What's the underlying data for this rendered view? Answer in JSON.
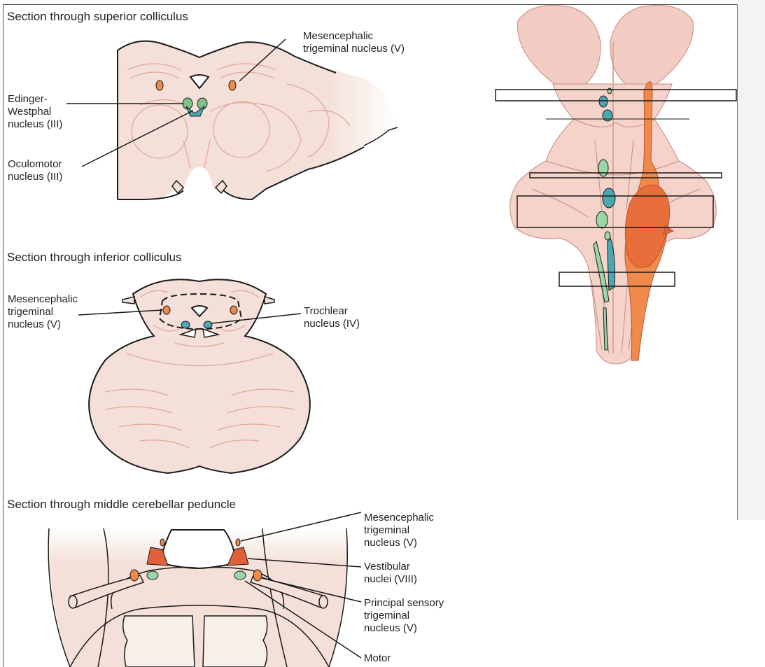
{
  "sections": {
    "superior": {
      "title": "Section through superior colliculus",
      "labels": {
        "mesencephalic": "Mesencephalic\ntrigeminal nucleus (V)",
        "edinger": "Edinger-\nWestphal\nnucleus (III)",
        "oculomotor": "Oculomotor\nnucleus (III)"
      }
    },
    "inferior": {
      "title": "Section through inferior colliculus",
      "labels": {
        "mesencephalic": "Mesencephalic\ntrigeminal\nnucleus (V)",
        "trochlear": "Trochlear\nnucleus (IV)"
      }
    },
    "middle": {
      "title": "Section through middle cerebellar peduncle",
      "labels": {
        "mesencephalic": "Mesencephalic\ntrigeminal\nnucleus (V)",
        "vestibular": "Vestibular\nnuclei (VIII)",
        "principal": "Principal sensory\ntrigeminal\nnucleus (V)",
        "motor": "Motor"
      }
    }
  },
  "colors": {
    "tissue": "#f4e0d8",
    "tissue_outline": "#1a1a1a",
    "tract_line": "#e2a595",
    "trigeminal_orange": "#f08a4b",
    "oculomotor_teal": "#4aa8b0",
    "edinger_green": "#7fbf8c",
    "vestibular_green": "#9bd6a6",
    "motor_red": "#e0603a",
    "panel_background": "#f3f3f3"
  }
}
